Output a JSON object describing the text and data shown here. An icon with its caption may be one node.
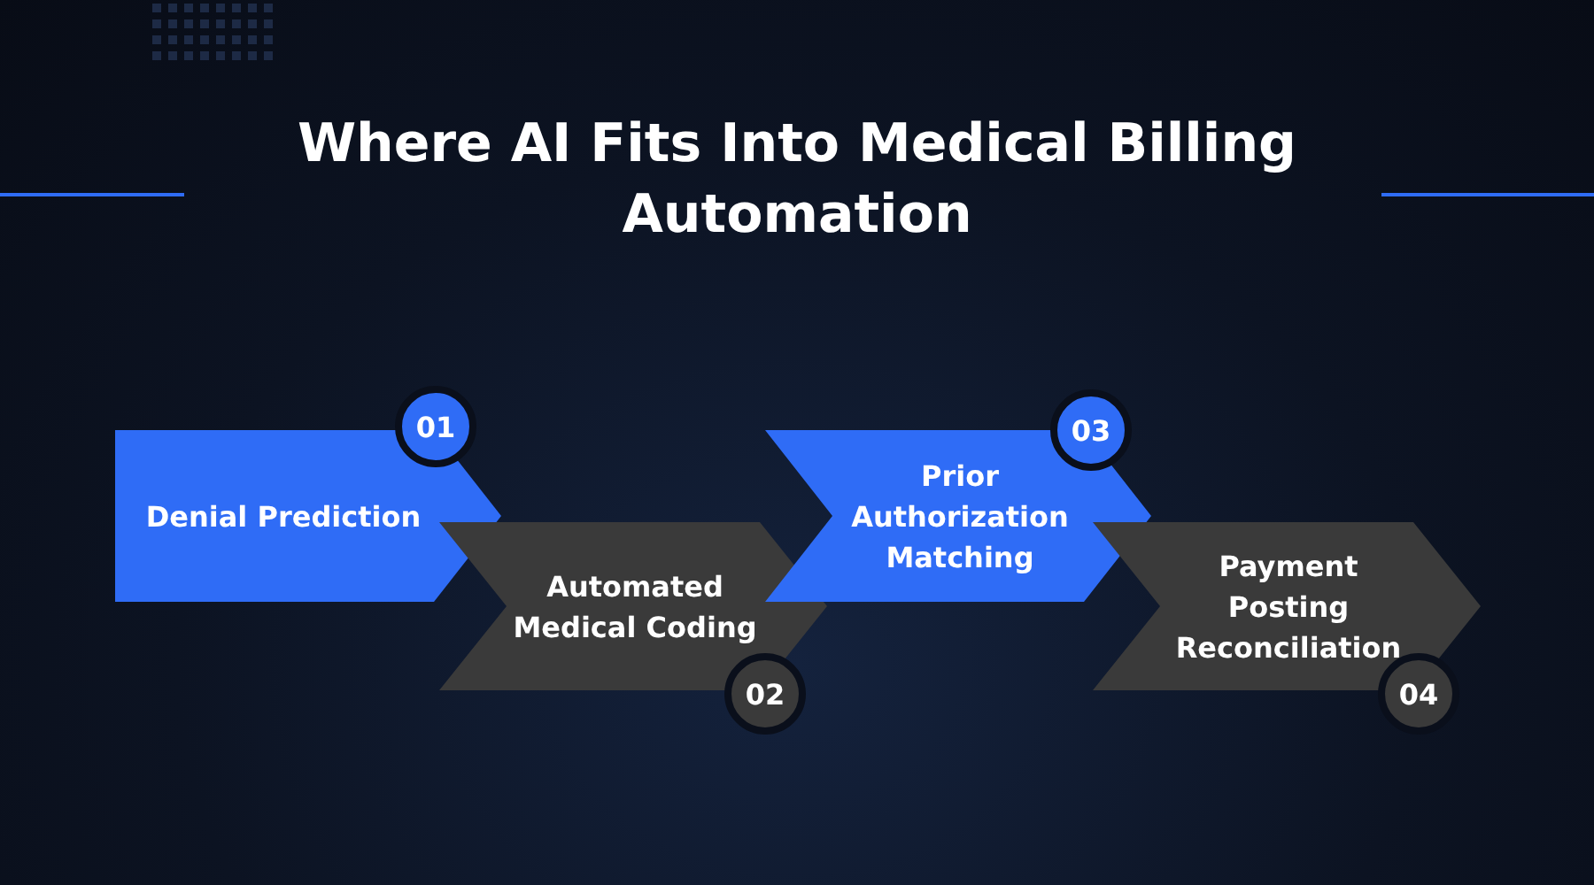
{
  "diagram": {
    "title": "Where AI Fits Into Medical Billing Automation",
    "nodes": [
      {
        "text": [
          "Denial Prediction"
        ]
      },
      {
        "text": [
          "01"
        ]
      },
      {
        "text": [
          "Automated Medical Coding"
        ]
      },
      {
        "text": [
          "02"
        ]
      },
      {
        "text": [
          "Prior Authorization Matching"
        ]
      },
      {
        "text": [
          "03"
        ]
      },
      {
        "text": [
          "Payment Posting Reconciliation"
        ]
      },
      {
        "text": [
          "04"
        ]
      }
    ],
    "edges": []
  }
}
